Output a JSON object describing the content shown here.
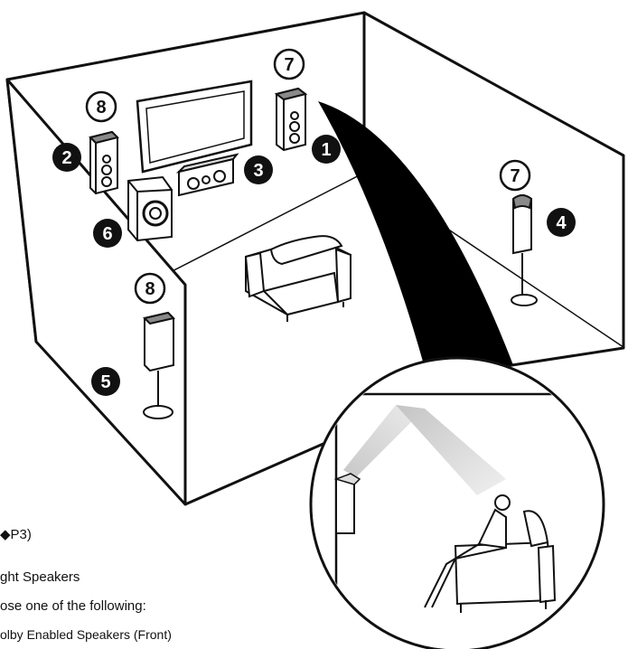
{
  "markers": {
    "m1": "1",
    "m2": "2",
    "m3": "3",
    "m4": "4",
    "m5": "5",
    "m6": "6",
    "m7a": "7",
    "m7b": "7",
    "m8a": "8",
    "m8b": "8"
  },
  "captions": {
    "line1": "◆P3)",
    "line2": "ght Speakers",
    "line3": "ose one of the following:",
    "line4": "olby Enabled Speakers (Front)"
  },
  "colors": {
    "ink": "#111111",
    "beam": "#000000",
    "reflect": "#bdbdbd",
    "speaker_top": "#8a8a8a"
  }
}
